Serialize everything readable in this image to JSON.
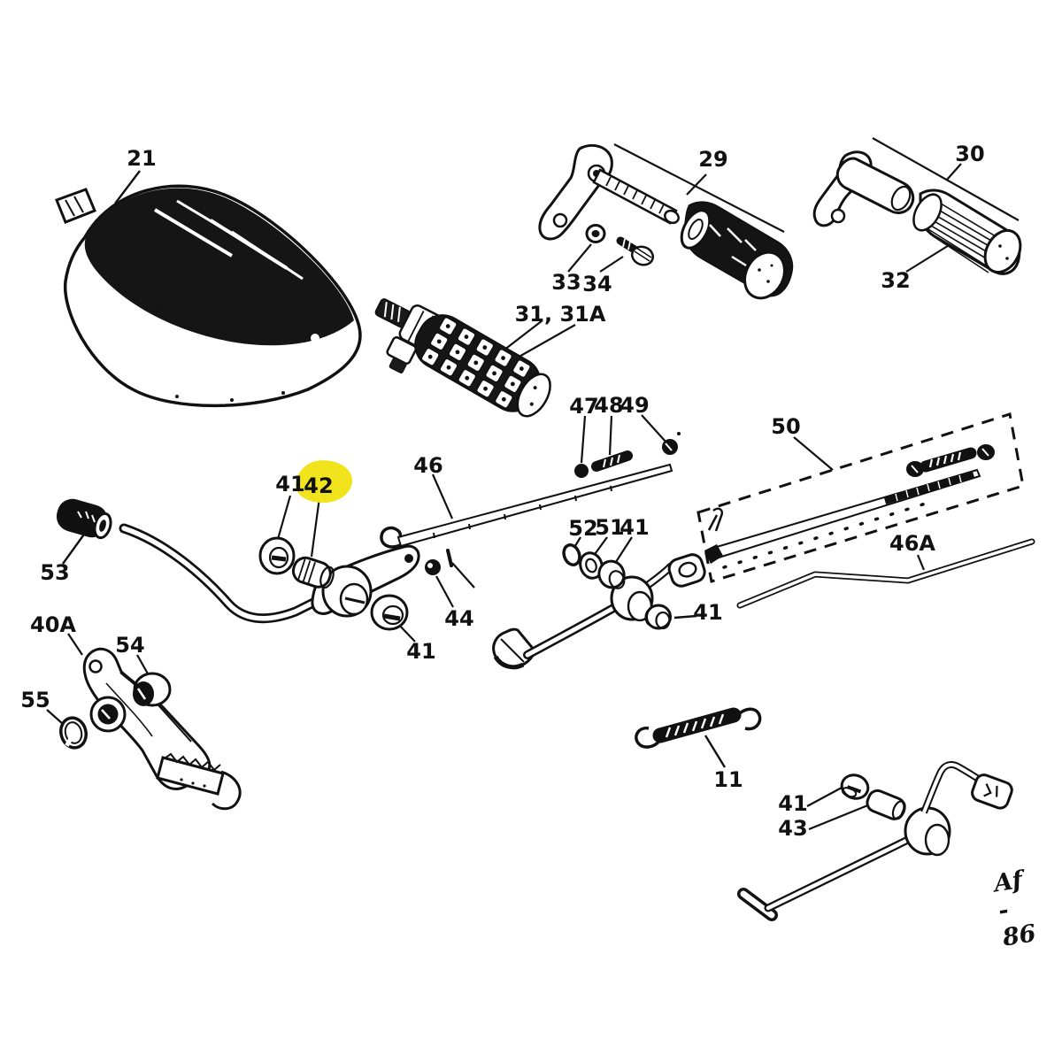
{
  "colors": {
    "background": "#ffffff",
    "ink": "#111111",
    "highlight": "#f2e41c"
  },
  "diagram": {
    "type": "exploded-parts-diagram",
    "subject": "footrest and pedal controls parts diagram",
    "highlighted_part": "42",
    "signature": "Af - 86",
    "labels": [
      {
        "ref": "21"
      },
      {
        "ref": "29"
      },
      {
        "ref": "33"
      },
      {
        "ref": "34"
      },
      {
        "ref": "30"
      },
      {
        "ref": "32"
      },
      {
        "ref": "31, 31A"
      },
      {
        "ref": "47"
      },
      {
        "ref": "48"
      },
      {
        "ref": "49"
      },
      {
        "ref": "50"
      },
      {
        "ref": "41"
      },
      {
        "ref": "42"
      },
      {
        "ref": "46"
      },
      {
        "ref": "52"
      },
      {
        "ref": "51"
      },
      {
        "ref": "41"
      },
      {
        "ref": "46A"
      },
      {
        "ref": "53"
      },
      {
        "ref": "40A"
      },
      {
        "ref": "54"
      },
      {
        "ref": "55"
      },
      {
        "ref": "44"
      },
      {
        "ref": "41"
      },
      {
        "ref": "41"
      },
      {
        "ref": "11"
      },
      {
        "ref": "41"
      },
      {
        "ref": "43"
      }
    ]
  }
}
